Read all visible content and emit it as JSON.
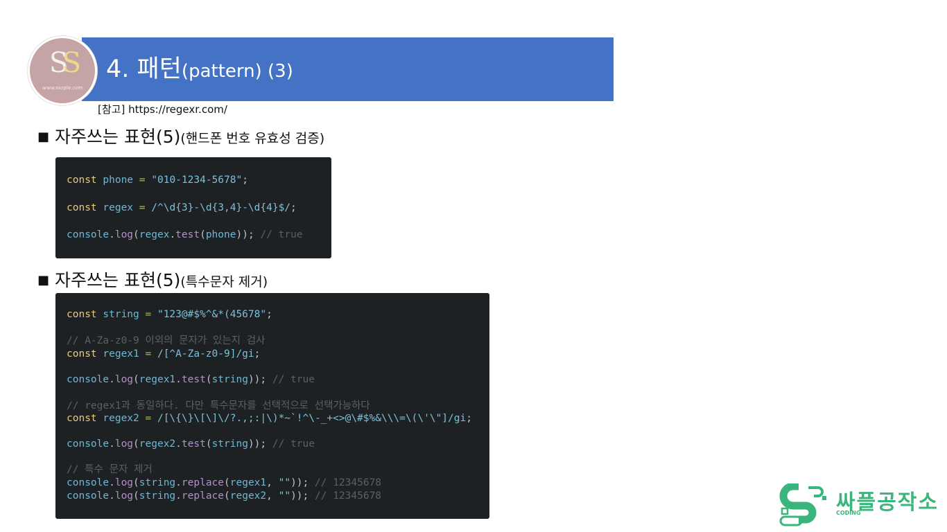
{
  "slide": {
    "title_main": "4. 패턴",
    "title_sub": "(pattern) (3)",
    "reference": "[참고] https://regexr.com/",
    "logo": {
      "letters_1": "S",
      "letters_2": "S",
      "url": "www.ssaple.com"
    },
    "colors": {
      "banner": "#4472c4",
      "logo_circle": "#c4a4a4",
      "code_bg": "#1e2124",
      "brand_green": "#3ab57c"
    }
  },
  "sections": [
    {
      "bullet": "■",
      "heading": "자주쓰는 표현(5)",
      "heading_small": "(핸드폰 번호 유효성 검증)",
      "code": [
        [
          [
            "kw",
            "const "
          ],
          [
            "id",
            "phone "
          ],
          [
            "op",
            "= "
          ],
          [
            "str",
            "\"010-1234-5678\""
          ],
          [
            "punc",
            ";"
          ]
        ],
        [
          [
            "kw",
            "const "
          ],
          [
            "id",
            "regex "
          ],
          [
            "op",
            "= "
          ],
          [
            "str",
            "/^\\d{3}-\\d{3,4}-\\d{4}$/"
          ],
          [
            "punc",
            ";"
          ]
        ],
        [
          [
            "id",
            "console"
          ],
          [
            "punc",
            "."
          ],
          [
            "fn",
            "log"
          ],
          [
            "punc",
            "("
          ],
          [
            "id",
            "regex"
          ],
          [
            "punc",
            "."
          ],
          [
            "fn",
            "test"
          ],
          [
            "punc",
            "("
          ],
          [
            "id",
            "phone"
          ],
          [
            "punc",
            "));"
          ],
          [
            "cm",
            " // true"
          ]
        ]
      ]
    },
    {
      "bullet": "■",
      "heading": "자주쓰는 표현(5)",
      "heading_small": "(특수문자 제거)",
      "code": [
        [
          [
            "kw",
            "const "
          ],
          [
            "id",
            "string "
          ],
          [
            "op",
            "= "
          ],
          [
            "str",
            "\"123@#$%^&*(45678\""
          ],
          [
            "punc",
            ";"
          ]
        ],
        [
          [
            "cm",
            "// A-Za-z0-9 이외의 문자가 있는지 검사"
          ]
        ],
        [
          [
            "kw",
            "const "
          ],
          [
            "id",
            "regex1 "
          ],
          [
            "op",
            "= "
          ],
          [
            "str",
            "/[^A-Za-z0-9]/gi"
          ],
          [
            "punc",
            ";"
          ]
        ],
        [
          [
            "id",
            "console"
          ],
          [
            "punc",
            "."
          ],
          [
            "fn",
            "log"
          ],
          [
            "punc",
            "("
          ],
          [
            "id",
            "regex1"
          ],
          [
            "punc",
            "."
          ],
          [
            "fn",
            "test"
          ],
          [
            "punc",
            "("
          ],
          [
            "id",
            "string"
          ],
          [
            "punc",
            "));"
          ],
          [
            "cm",
            " // true"
          ]
        ],
        [
          [
            "cm",
            "// regex1과 동일하다. 다만 특수문자를 선택적으로 선택가능하다"
          ]
        ],
        [
          [
            "kw",
            "const "
          ],
          [
            "id",
            "regex2 "
          ],
          [
            "op",
            "= "
          ],
          [
            "str",
            "/[\\{\\}\\[\\]\\/?.,;:|\\)*~`!^\\-_+<>@\\#$%&\\\\\\=\\(\\'\\\"]/gi"
          ],
          [
            "punc",
            ";"
          ]
        ],
        [
          [
            "id",
            "console"
          ],
          [
            "punc",
            "."
          ],
          [
            "fn",
            "log"
          ],
          [
            "punc",
            "("
          ],
          [
            "id",
            "regex2"
          ],
          [
            "punc",
            "."
          ],
          [
            "fn",
            "test"
          ],
          [
            "punc",
            "("
          ],
          [
            "id",
            "string"
          ],
          [
            "punc",
            "));"
          ],
          [
            "cm",
            " // true"
          ]
        ],
        [
          [
            "cm",
            "// 특수 문자 제거"
          ]
        ],
        [
          [
            "id",
            "console"
          ],
          [
            "punc",
            "."
          ],
          [
            "fn",
            "log"
          ],
          [
            "punc",
            "("
          ],
          [
            "id",
            "string"
          ],
          [
            "punc",
            "."
          ],
          [
            "fn",
            "replace"
          ],
          [
            "punc",
            "("
          ],
          [
            "id",
            "regex1"
          ],
          [
            "punc",
            ", "
          ],
          [
            "str",
            "\"\""
          ],
          [
            "punc",
            "));"
          ],
          [
            "cm",
            " // 12345678"
          ]
        ],
        [
          [
            "id",
            "console"
          ],
          [
            "punc",
            "."
          ],
          [
            "fn",
            "log"
          ],
          [
            "punc",
            "("
          ],
          [
            "id",
            "string"
          ],
          [
            "punc",
            "."
          ],
          [
            "fn",
            "replace"
          ],
          [
            "punc",
            "("
          ],
          [
            "id",
            "regex2"
          ],
          [
            "punc",
            ", "
          ],
          [
            "str",
            "\"\""
          ],
          [
            "punc",
            "));"
          ],
          [
            "cm",
            " // 12345678"
          ]
        ]
      ]
    }
  ],
  "brand": {
    "name": "싸플공작소",
    "coding": "CODING"
  }
}
